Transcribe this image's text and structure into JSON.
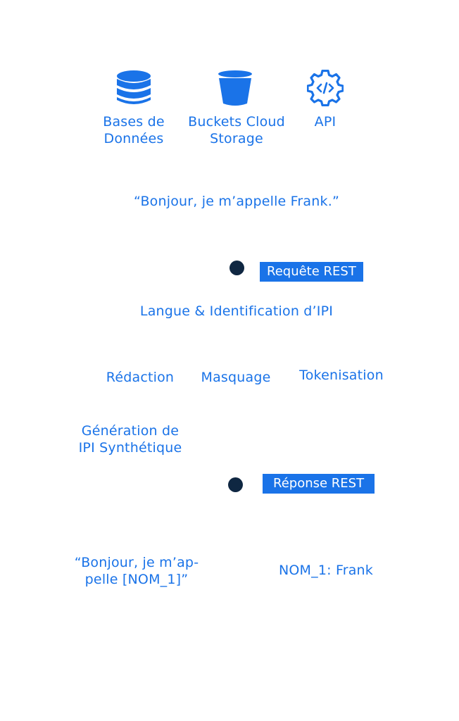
{
  "sources": [
    {
      "label_line1": "Bases de",
      "label_line2": "Données",
      "icon": "database-icon"
    },
    {
      "label_line1": "Buckets Cloud",
      "label_line2": "Storage",
      "icon": "bucket-icon"
    },
    {
      "label_line1": "API",
      "label_line2": "",
      "icon": "api-gear-icon"
    }
  ],
  "input_quote": "“Bonjour, je m’appelle Frank.”",
  "request_badge": "Requête REST",
  "detection_label": "Langue & Identification d’IPI",
  "methods": [
    "Rédaction",
    "Masquage",
    "Tokenisation"
  ],
  "synthetic_line1": "Génération de",
  "synthetic_line2": "IPI Synthétique",
  "response_badge": "Réponse REST",
  "output_quote_line1": "“Bonjour, je m’ap-",
  "output_quote_line2": "pelle [NOM_1]”",
  "token_mapping": "NOM_1: Frank",
  "colors": {
    "accent": "#1a73e8",
    "dot": "#0f2742",
    "badge_text": "#ffffff"
  }
}
